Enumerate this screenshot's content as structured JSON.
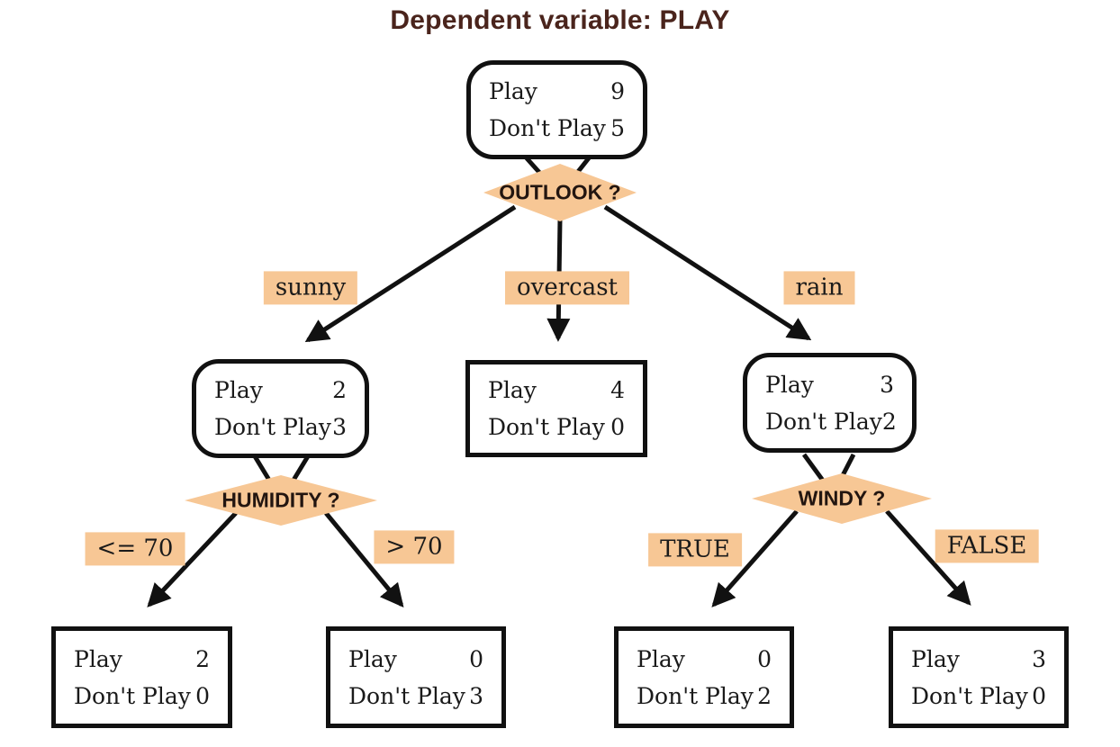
{
  "title": "Dependent variable: PLAY",
  "colors": {
    "peach": "#F7C795",
    "title": "#4A241C",
    "line": "#111111",
    "node_bg": "#FFFFFF",
    "text": "#1A1A1A"
  },
  "diamonds": [
    {
      "label": "OUTLOOK ?"
    },
    {
      "label": "HUMIDITY ?"
    },
    {
      "label": "WINDY ?"
    }
  ],
  "branch_labels": [
    {
      "label": "sunny"
    },
    {
      "label": "overcast"
    },
    {
      "label": "rain"
    },
    {
      "label": "<= 70"
    },
    {
      "label": "> 70"
    },
    {
      "label": "TRUE"
    },
    {
      "label": "FALSE"
    }
  ],
  "nodes": [
    {
      "name": "root",
      "rows": [
        {
          "label": "Play",
          "value": "9"
        },
        {
          "label": "Don't Play",
          "value": "5"
        }
      ]
    },
    {
      "name": "sunny-subtree",
      "rows": [
        {
          "label": "Play",
          "value": "2"
        },
        {
          "label": "Don't Play",
          "value": "3"
        }
      ]
    },
    {
      "name": "overcast-leaf",
      "rows": [
        {
          "label": "Play",
          "value": "4"
        },
        {
          "label": "Don't Play",
          "value": "0"
        }
      ]
    },
    {
      "name": "rain-subtree",
      "rows": [
        {
          "label": "Play",
          "value": "3"
        },
        {
          "label": "Don't Play",
          "value": "2"
        }
      ]
    },
    {
      "name": "humidity-le70-leaf",
      "rows": [
        {
          "label": "Play",
          "value": "2"
        },
        {
          "label": "Don't Play",
          "value": "0"
        }
      ]
    },
    {
      "name": "humidity-gt70-leaf",
      "rows": [
        {
          "label": "Play",
          "value": "0"
        },
        {
          "label": "Don't Play",
          "value": "3"
        }
      ]
    },
    {
      "name": "windy-true-leaf",
      "rows": [
        {
          "label": "Play",
          "value": "0"
        },
        {
          "label": "Don't Play",
          "value": "2"
        }
      ]
    },
    {
      "name": "windy-false-leaf",
      "rows": [
        {
          "label": "Play",
          "value": "3"
        },
        {
          "label": "Don't Play",
          "value": "0"
        }
      ]
    }
  ]
}
